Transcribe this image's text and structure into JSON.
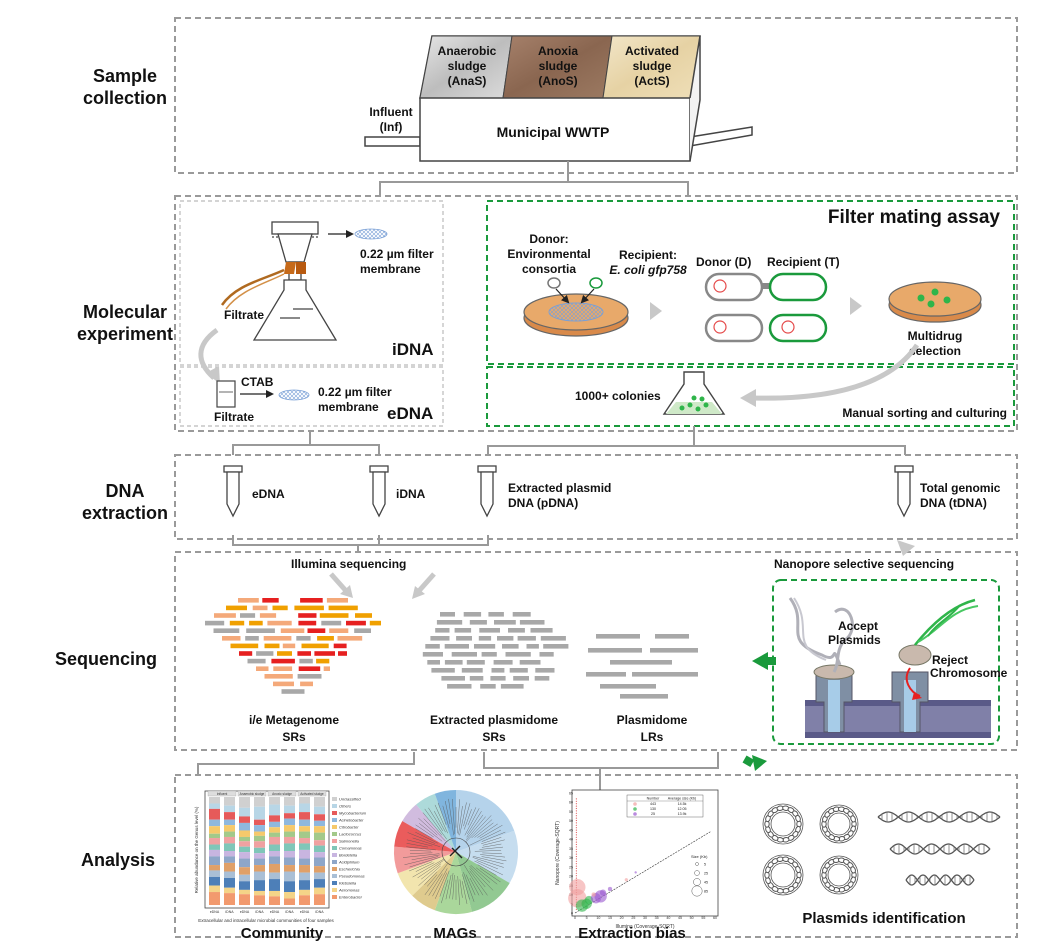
{
  "stages": [
    {
      "line1": "Sample",
      "line2": "collection"
    },
    {
      "line1": "Molecular",
      "line2": "experiment"
    },
    {
      "line1": "DNA",
      "line2": "extraction"
    },
    {
      "line1": "Sequencing",
      "line2": ""
    },
    {
      "line1": "Analysis",
      "line2": ""
    }
  ],
  "sample": {
    "anas": [
      "Anaerobic",
      "sludge",
      "(AnaS)"
    ],
    "anos": [
      "Anoxia",
      "sludge",
      "(AnoS)"
    ],
    "acts": [
      "Activated",
      "sludge",
      "(ActS)"
    ],
    "influent": [
      "Influent",
      "(Inf)"
    ],
    "wwtp": "Municipal WWTP"
  },
  "molecular": {
    "filter_label": [
      "0.22 µm filter",
      "membrane"
    ],
    "filtrate": "Filtrate",
    "idna": "iDNA",
    "ctab": "CTAB",
    "filtrate2": "Filtrate",
    "filter_label2": [
      "0.22 µm filter",
      "membrane"
    ],
    "edna": "eDNA"
  },
  "filter_mating": {
    "title": "Filter mating assay",
    "donor": [
      "Donor:",
      "Environmental",
      "consortia"
    ],
    "recipient": [
      "Recipient:",
      "E. coli gfp758"
    ],
    "donor_d": "Donor (D)",
    "recipient_t": "Recipient (T)",
    "selection": [
      "Multidrug",
      "selection"
    ],
    "colonies": "1000+ colonies",
    "manual": "Manual sorting and culturing"
  },
  "extraction": {
    "edna": "eDNA",
    "idna": "iDNA",
    "pdna": [
      "Extracted plasmid",
      "DNA (pDNA)"
    ],
    "tdna": [
      "Total genomic",
      "DNA (tDNA)"
    ]
  },
  "sequencing": {
    "illumina": "Illumina sequencing",
    "nanopore": "Nanopore selective sequencing",
    "metagenome": [
      "i/e Metagenome",
      "SRs"
    ],
    "plasmidome_sr": [
      "Extracted plasmidome",
      "SRs"
    ],
    "plasmidome_lr": [
      "Plasmidome",
      "LRs"
    ],
    "accept": [
      "Accept",
      "Plasmids"
    ],
    "reject": [
      "Reject",
      "Chromosome"
    ]
  },
  "analysis": {
    "community": "Community",
    "mags": "MAGs",
    "bias": "Extraction bias",
    "plasmids": "Plasmids identification",
    "legend_items": [
      "Unclassified",
      "Others",
      "Mycobacterium",
      "Acinetobacter",
      "Citrobacter",
      "Lactococcus",
      "Salmonella",
      "Comamonas",
      "Bordetella",
      "Acidiphilum",
      "Escherichia",
      "Pseudomonas",
      "Klebsiella",
      "Aeromonas",
      "Enterobacter"
    ],
    "community_groups": [
      "Influent",
      "Anaerobic sludge",
      "Anoxic sludge",
      "Activated sludge"
    ],
    "community_xticks": [
      "eDNA",
      "iDNA",
      "eDNA",
      "iDNA",
      "eDNA",
      "iDNA",
      "eDNA",
      "iDNA"
    ],
    "community_ylabel": "Relative abundance on the Genus level (%)",
    "community_caption": "Extracellular and intracellular microbial communities of four samples",
    "bias_ylabel": "Nanopore (Coverage-SQRT)",
    "bias_xlabel": "Illumina (Coverage-SQRT)",
    "bias_table_header": [
      "Number",
      "Average size (Kb)"
    ],
    "bias_table_rows": [
      [
        "443",
        "14.5k"
      ],
      [
        "130",
        "12.05"
      ],
      [
        "25",
        "13.9k"
      ]
    ],
    "bias_size_title": "Size (Kb)",
    "bias_size_items": [
      "5",
      "25",
      "45",
      "85"
    ],
    "bias_yticks": [
      "0",
      "5",
      "10",
      "15",
      "20",
      "25",
      "30",
      "35",
      "40",
      "45",
      "50",
      "55",
      "60",
      "65"
    ],
    "bias_xticks": [
      "0",
      "5",
      "10",
      "15",
      "20",
      "25",
      "30",
      "35",
      "40",
      "45",
      "50",
      "55",
      "60"
    ]
  },
  "colors": {
    "green": "#1a9a3c",
    "gray_dash": "#9a9a9a",
    "red_read": "#e62020",
    "orange_read": "#f0a000",
    "salmon_read": "#f4a97a",
    "gray_read": "#a8a8a8",
    "agar": "#e8a96a"
  }
}
